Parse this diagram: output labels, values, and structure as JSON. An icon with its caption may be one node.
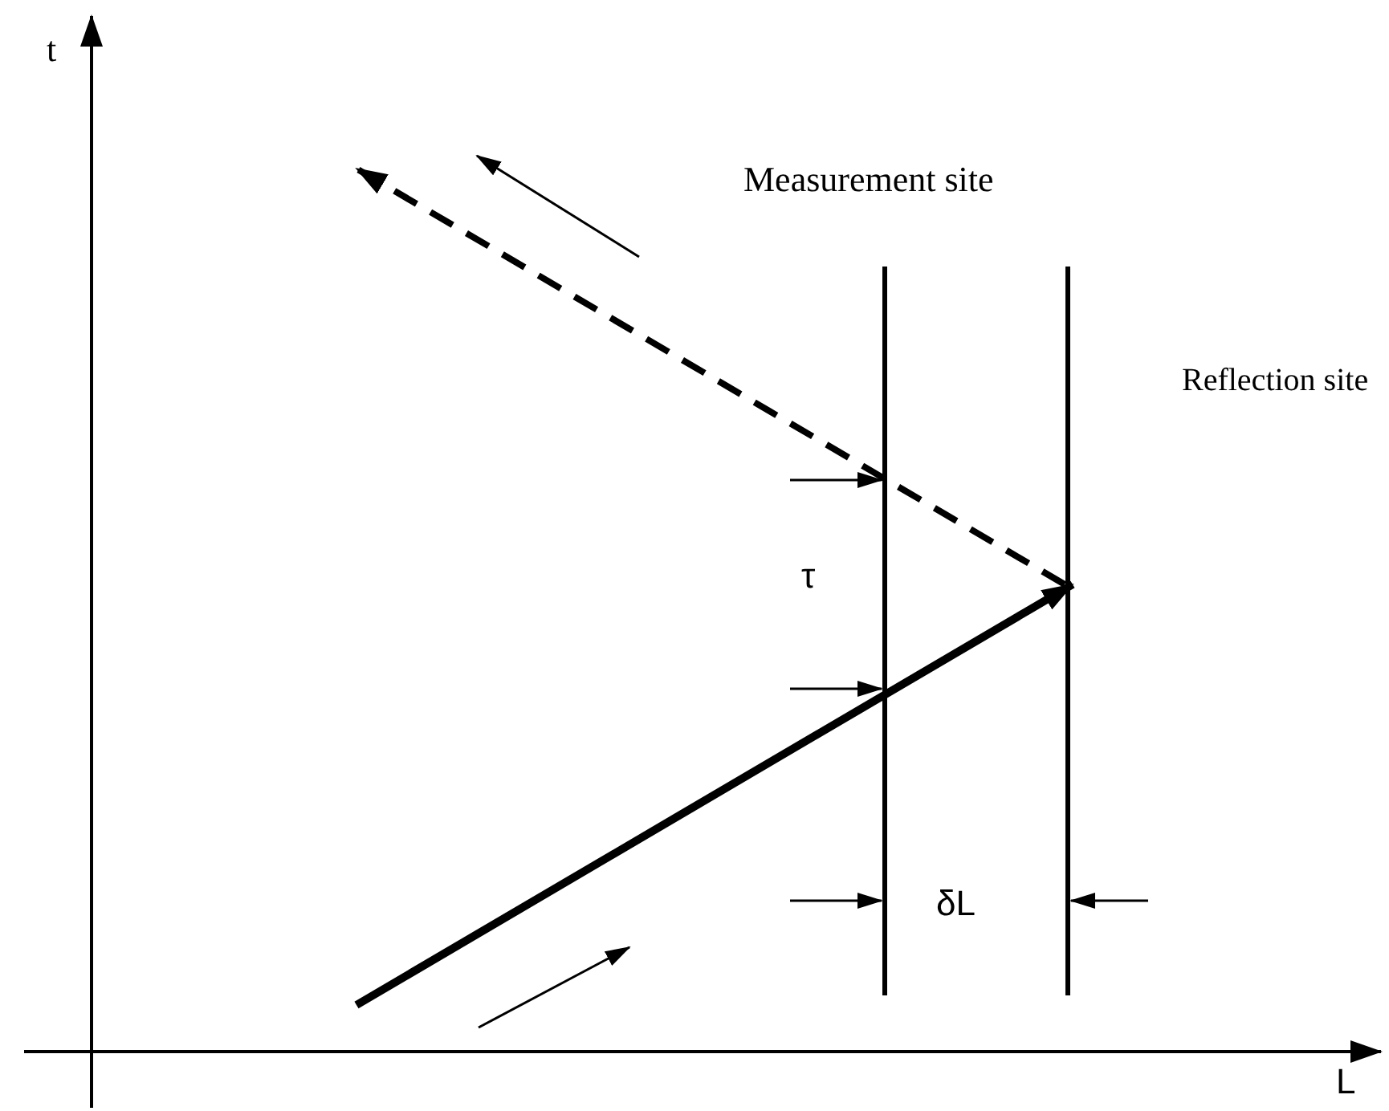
{
  "diagram": {
    "labels": [
      "t",
      "Measurement site",
      "Reflection site",
      "τ",
      "δL",
      "L"
    ]
  }
}
